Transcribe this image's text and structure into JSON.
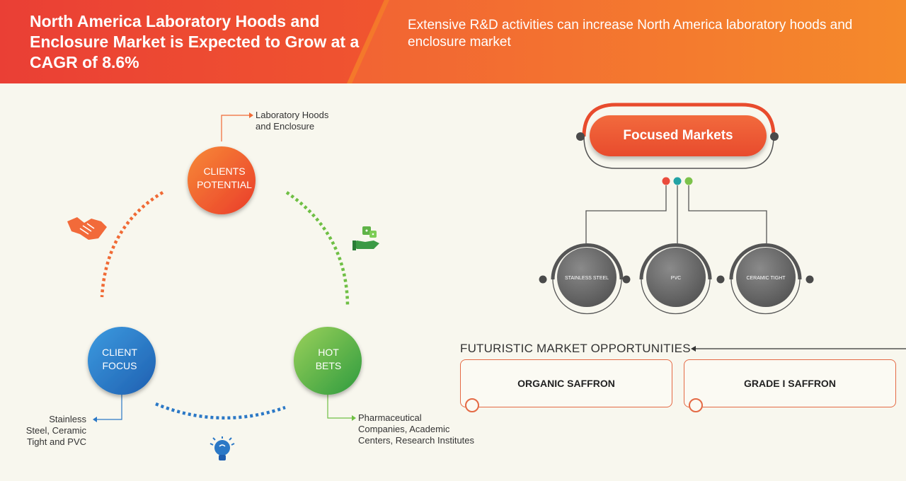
{
  "header": {
    "title": "North America Laboratory Hoods and Enclosure Market is Expected to Grow at a CAGR of 8.6%",
    "subtitle": "Extensive R&D activities can increase North America laboratory hoods and enclosure market"
  },
  "cycle": {
    "clients_potential": {
      "line1": "CLIENTS",
      "line2": "POTENTIAL",
      "annotation_line1": "Laboratory Hoods",
      "annotation_line2": "and Enclosure"
    },
    "client_focus": {
      "line1": "CLIENT",
      "line2": "FOCUS",
      "annotation_line1": "Stainless",
      "annotation_line2": "Steel, Ceramic",
      "annotation_line3": "Tight and PVC"
    },
    "hot_bets": {
      "line1": "HOT",
      "line2": "BETS",
      "annotation_line1": "Pharmaceutical",
      "annotation_line2": "Companies, Academic",
      "annotation_line3": "Centers, Research Institutes"
    }
  },
  "focused_markets": {
    "title": "Focused Markets",
    "items": [
      "STAINLESS STEEL",
      "PVC",
      "CERAMIC TIGHT"
    ]
  },
  "futuristic": {
    "heading": "FUTURISTIC MARKET OPPORTUNITIES",
    "items": [
      "ORGANIC SAFFRON",
      "GRADE I SAFFRON"
    ]
  },
  "colors": {
    "orange": "#f05a33",
    "green": "#6fbf44",
    "blue": "#2b78c6",
    "gray": "#5a5a5a"
  },
  "icons": [
    "handshake-icon",
    "dice-hand-icon",
    "lightbulb-icon"
  ]
}
